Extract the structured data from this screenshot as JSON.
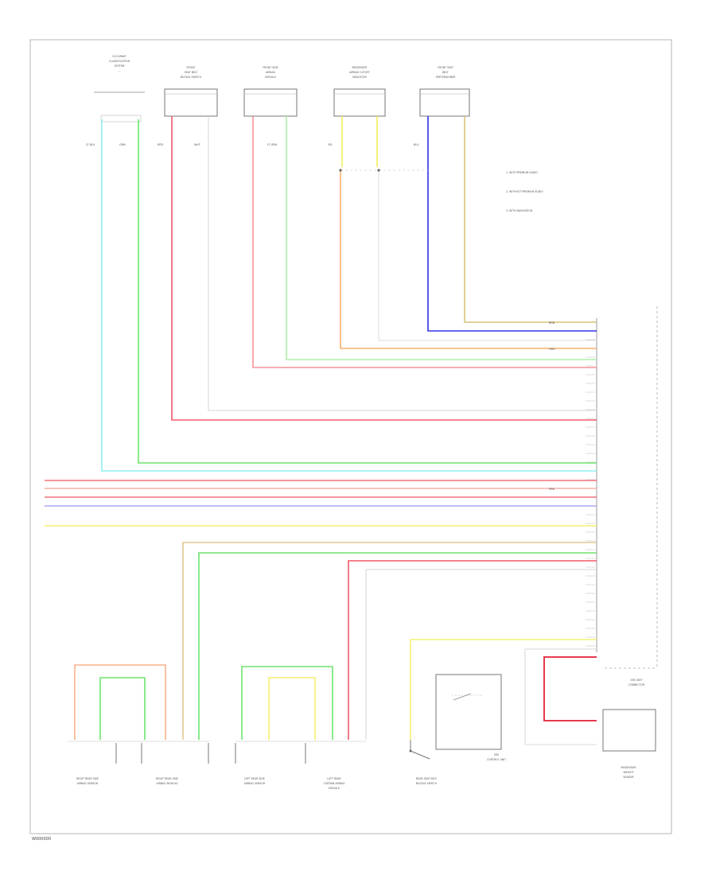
{
  "diagram": {
    "footer_code": "W000000",
    "top_components": [
      {
        "name_lines": [
          "OCCUPANT",
          "CLASSIFICATION",
          "SYSTEM",
          "..."
        ]
      },
      {
        "name_lines": [
          "FRONT",
          "SEAT BELT",
          "BUCKLE SWITCH"
        ]
      },
      {
        "name_lines": [
          "FRONT SIDE",
          "AIRBAG",
          "MODULE"
        ]
      },
      {
        "name_lines": [
          "PASSENGER",
          "AIRBAG CUTOFF",
          "INDICATOR"
        ]
      },
      {
        "name_lines": [
          "FRONT SEAT",
          "BELT",
          "PRETENSIONER"
        ]
      }
    ],
    "legend": [
      "1. WITH PREMIUM AUDIO",
      "2. WITHOUT PREMIUM AUDIO",
      "3. WITH NAVIGATION"
    ],
    "bottom_components": [
      {
        "name_lines": [
          "RIGHT REAR SIDE",
          "AIRBAG SENSOR"
        ]
      },
      {
        "name_lines": [
          "RIGHT REAR SIDE",
          "AIRBAG MODULE"
        ]
      },
      {
        "name_lines": [
          "LEFT REAR SIDE",
          "AIRBAG SENSOR"
        ]
      },
      {
        "name_lines": [
          "LEFT REAR",
          "CURTAIN AIRBAG",
          "MODULE"
        ]
      },
      {
        "name_lines": [
          "REAR SEAT BELT",
          "BUCKLE SWITCH"
        ]
      },
      {
        "name_lines": [
          "SRS",
          "CONTROL UNIT"
        ]
      },
      {
        "name_lines": [
          "SRS UNIT",
          "CONNECTOR"
        ]
      },
      {
        "name_lines": [
          "PASSENGER",
          "WEIGHT",
          "SENSOR"
        ]
      }
    ],
    "wire_labels": {
      "lt_blu": "LT BLU",
      "grn": "GRN",
      "red": "RED",
      "wht": "WHT",
      "lt_grn": "LT GRN",
      "yel": "YEL",
      "blu": "BLU",
      "brn": "BRN",
      "org": "ORG",
      "pnk": "PNK"
    }
  }
}
